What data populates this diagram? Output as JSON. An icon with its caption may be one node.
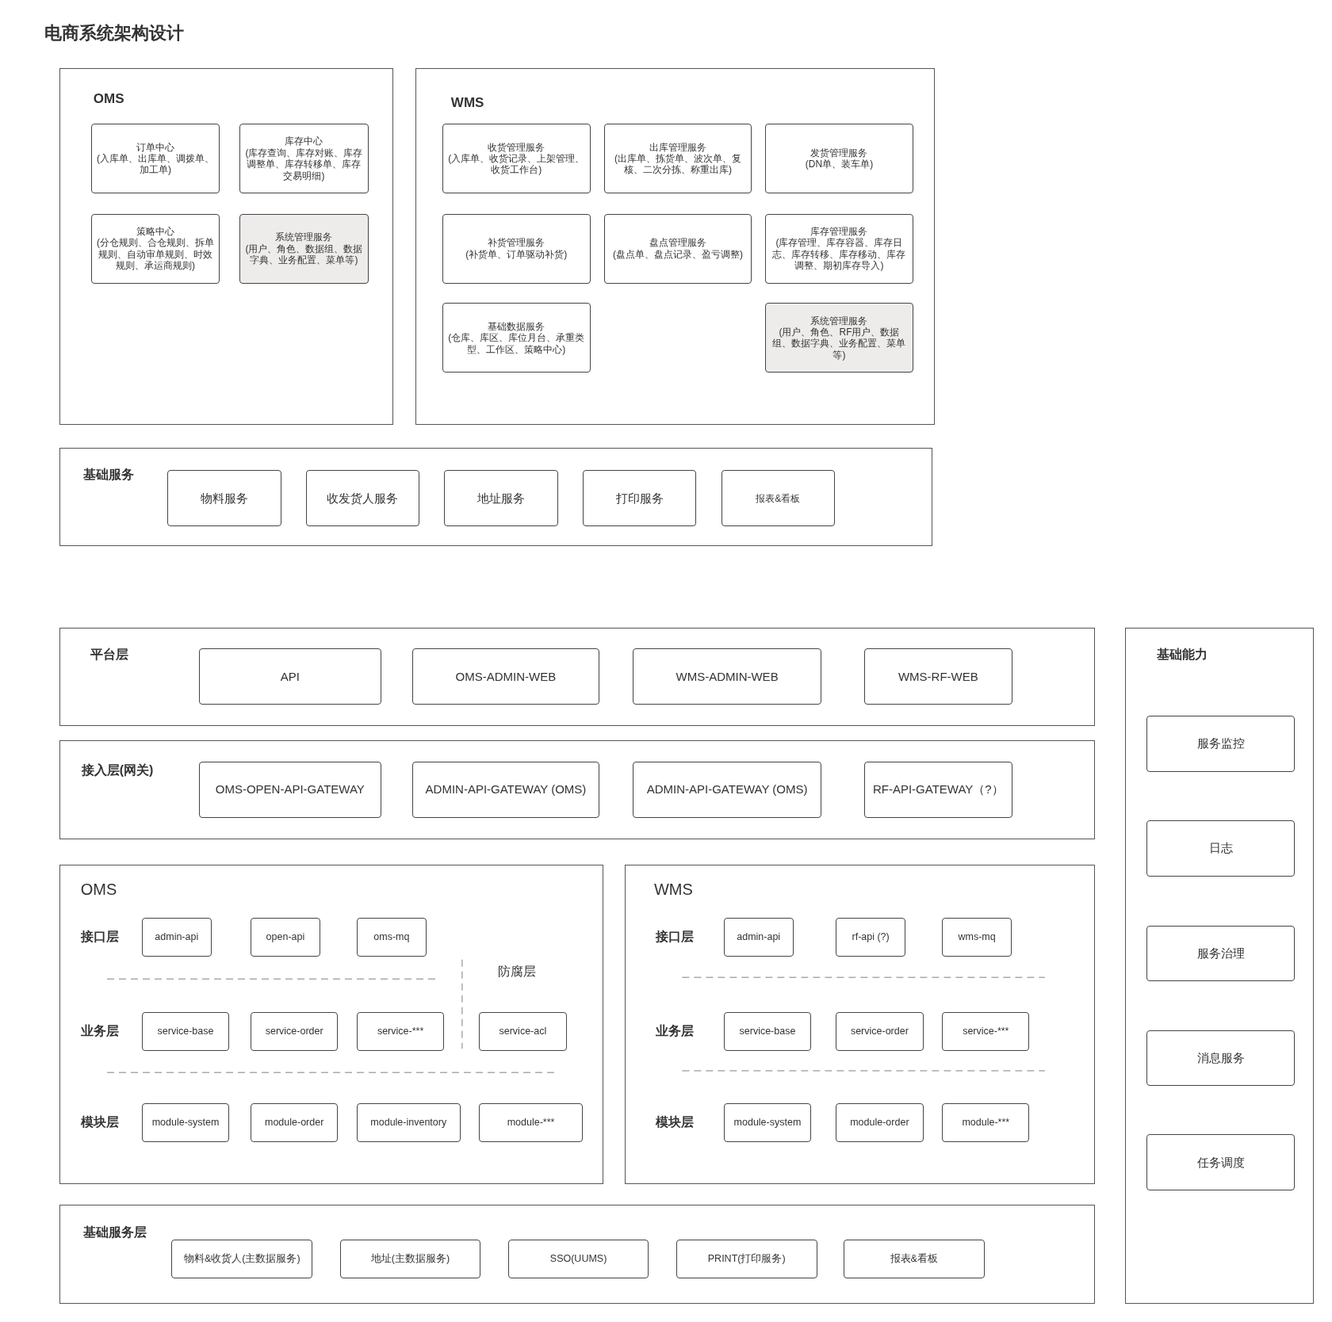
{
  "diagram": {
    "title": "电商系统架构设计",
    "nodes": [
      {
        "text": [
          "OMS"
        ]
      },
      {
        "text": [
          "订单中心",
          "(入库单、出库单、调拨单、加工单)"
        ],
        "in": 0
      },
      {
        "text": [
          "库存中心",
          "(库存查询、库存对账、库存调整单、库存转移单、库存交易明细)"
        ],
        "in": 0
      },
      {
        "text": [
          "策略中心",
          "(分仓规则、合仓规则、拆单规则、自动审单规则、时效规则、承运商规则)"
        ],
        "in": 0
      },
      {
        "text": [
          "系统管理服务",
          "(用户、角色、数据组、数据字典、业务配置、菜单等)"
        ],
        "in": 0
      },
      {
        "text": [
          "WMS"
        ]
      },
      {
        "text": [
          "收货管理服务",
          "(入库单、收货记录、上架管理、收货工作台)"
        ],
        "in": 5
      },
      {
        "text": [
          "出库管理服务",
          "(出库单、拣货单、波次单、复核、二次分拣、称重出库)"
        ],
        "in": 5
      },
      {
        "text": [
          "发货管理服务",
          "(DN单、装车单)"
        ],
        "in": 5
      },
      {
        "text": [
          "补货管理服务",
          "(补货单、订单驱动补货)"
        ],
        "in": 5
      },
      {
        "text": [
          "盘点管理服务",
          "(盘点单、盘点记录、盈亏调整)"
        ],
        "in": 5
      },
      {
        "text": [
          "库存管理服务",
          "(库存管理、库存容器、库存日志、库存转移、库存移动、库存调整、期初库存导入)"
        ],
        "in": 5
      },
      {
        "text": [
          "基础数据服务",
          "(仓库、库区、库位月台、承重类型、工作区、策略中心)"
        ],
        "in": 5
      },
      {
        "text": [
          "系统管理服务",
          "(用户、角色、RF用户、数据组、数据字典、业务配置、菜单等)"
        ],
        "in": 5
      },
      {
        "text": [
          "基础服务"
        ]
      },
      {
        "text": [
          "物料服务"
        ],
        "in": 14
      },
      {
        "text": [
          "收发货人服务"
        ],
        "in": 14
      },
      {
        "text": [
          "地址服务"
        ],
        "in": 14
      },
      {
        "text": [
          "打印服务"
        ],
        "in": 14
      },
      {
        "text": [
          "报表&看板"
        ],
        "in": 14
      },
      {
        "text": [
          "平台层"
        ]
      },
      {
        "text": [
          "API"
        ],
        "in": 20
      },
      {
        "text": [
          "OMS-ADMIN-WEB"
        ],
        "in": 20
      },
      {
        "text": [
          "WMS-ADMIN-WEB"
        ],
        "in": 20
      },
      {
        "text": [
          "WMS-RF-WEB"
        ],
        "in": 20
      },
      {
        "text": [
          "接入层(网关)"
        ]
      },
      {
        "text": [
          "OMS-OPEN-API-GATEWAY"
        ],
        "in": 25
      },
      {
        "text": [
          "ADMIN-API-GATEWAY (OMS)"
        ],
        "in": 25
      },
      {
        "text": [
          "ADMIN-API-GATEWAY (OMS)"
        ],
        "in": 25
      },
      {
        "text": [
          "RF-API-GATEWAY（?）"
        ],
        "in": 25
      },
      {
        "text": [
          "OMS"
        ]
      },
      {
        "text": [
          "admin-api"
        ],
        "in": 30
      },
      {
        "text": [
          "open-api"
        ],
        "in": 30
      },
      {
        "text": [
          "oms-mq"
        ],
        "in": 30
      },
      {
        "text": [
          "service-base"
        ],
        "in": 30
      },
      {
        "text": [
          "service-order"
        ],
        "in": 30
      },
      {
        "text": [
          "service-***"
        ],
        "in": 30
      },
      {
        "text": [
          "service-acl"
        ],
        "in": 30
      },
      {
        "text": [
          "module-system"
        ],
        "in": 30
      },
      {
        "text": [
          "module-order"
        ],
        "in": 30
      },
      {
        "text": [
          "module-inventory"
        ],
        "in": 30
      },
      {
        "text": [
          "module-***"
        ],
        "in": 30
      },
      {
        "text": [
          "WMS"
        ]
      },
      {
        "text": [
          "admin-api"
        ],
        "in": 42
      },
      {
        "text": [
          "rf-api (?)"
        ],
        "in": 42
      },
      {
        "text": [
          "wms-mq"
        ],
        "in": 42
      },
      {
        "text": [
          "service-base"
        ],
        "in": 42
      },
      {
        "text": [
          "service-order"
        ],
        "in": 42
      },
      {
        "text": [
          "service-***"
        ],
        "in": 42
      },
      {
        "text": [
          "module-system"
        ],
        "in": 42
      },
      {
        "text": [
          "module-order"
        ],
        "in": 42
      },
      {
        "text": [
          "module-***"
        ],
        "in": 42
      },
      {
        "text": [
          "基础服务层"
        ]
      },
      {
        "text": [
          "物料&收货人(主数据服务)"
        ],
        "in": 52
      },
      {
        "text": [
          "地址(主数据服务)"
        ],
        "in": 52
      },
      {
        "text": [
          "SSO(UUMS)"
        ],
        "in": 52
      },
      {
        "text": [
          "PRINT(打印服务)"
        ],
        "in": 52
      },
      {
        "text": [
          "报表&看板"
        ],
        "in": 52
      },
      {
        "text": [
          "基础能力"
        ]
      },
      {
        "text": [
          "服务监控"
        ],
        "in": 58
      },
      {
        "text": [
          "日志"
        ],
        "in": 58
      },
      {
        "text": [
          "服务治理"
        ],
        "in": 58
      },
      {
        "text": [
          "消息服务"
        ],
        "in": 58
      },
      {
        "text": [
          "任务调度"
        ],
        "in": 58
      }
    ],
    "labels": [
      "接口层",
      "业务层",
      "模块层",
      "防腐层",
      "接口层",
      "业务层",
      "模块层"
    ]
  }
}
